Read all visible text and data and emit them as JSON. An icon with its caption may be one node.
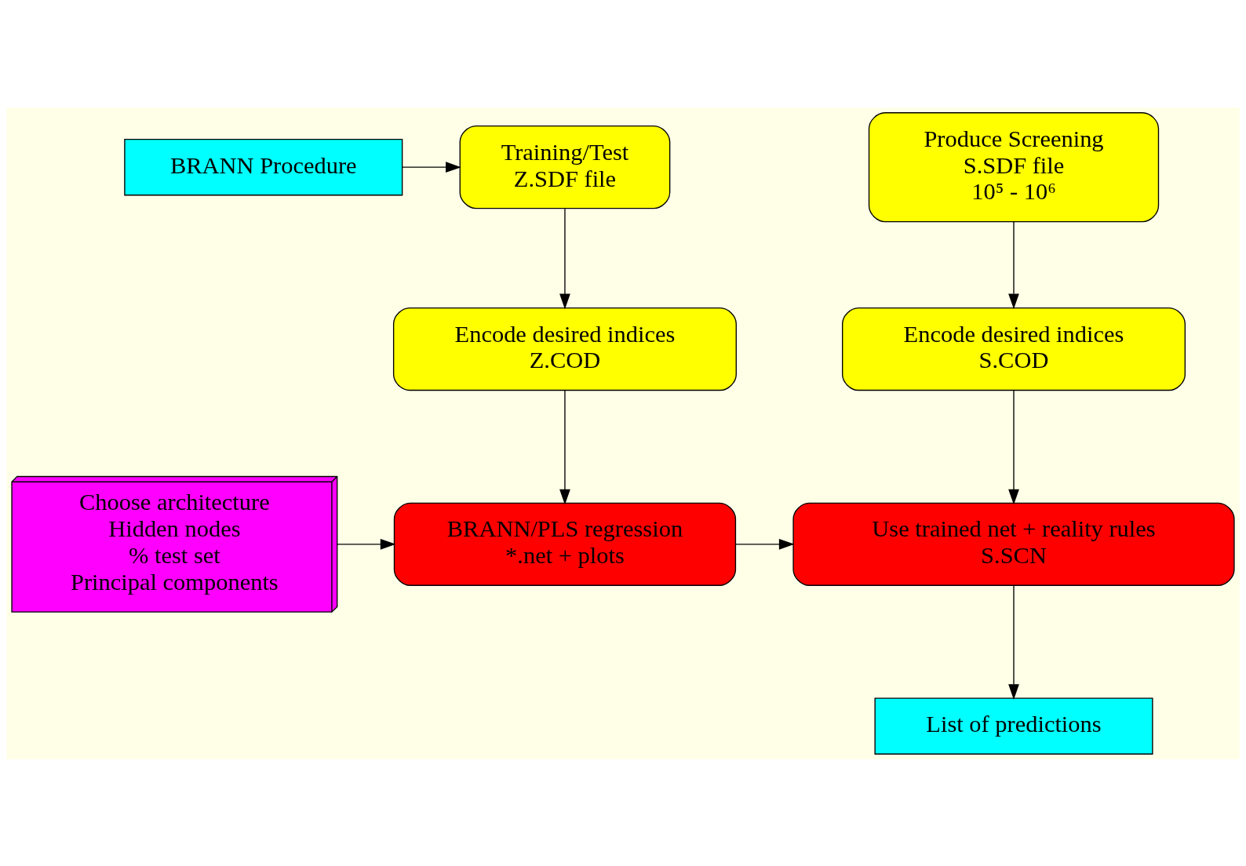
{
  "diagram": {
    "nodes": [
      {
        "text": [
          "BRANN Procedure"
        ]
      },
      {
        "text": [
          "Training/Test",
          "Z.SDF file"
        ]
      },
      {
        "text": [
          "Produce Screening",
          "S.SDF file",
          "10⁵ - 10⁶"
        ]
      },
      {
        "text": [
          "Encode desired indices",
          "Z.COD"
        ]
      },
      {
        "text": [
          "Encode desired indices",
          "S.COD"
        ]
      },
      {
        "text": [
          "Choose architecture",
          "Hidden nodes",
          "% test set",
          "Principal components"
        ]
      },
      {
        "text": [
          "BRANN/PLS regression",
          "*.net + plots"
        ]
      },
      {
        "text": [
          "Use trained net + reality rules",
          "S.SCN"
        ]
      },
      {
        "text": [
          "List of predictions"
        ]
      }
    ],
    "edges": [
      {
        "from": 0,
        "to": 1,
        "arrow": "to"
      },
      {
        "from": 1,
        "to": 3,
        "arrow": "to"
      },
      {
        "from": 2,
        "to": 4,
        "arrow": "to"
      },
      {
        "from": 3,
        "to": 6,
        "arrow": "to"
      },
      {
        "from": 4,
        "to": 7,
        "arrow": "to"
      },
      {
        "from": 5,
        "to": 6,
        "arrow": "to"
      },
      {
        "from": 6,
        "to": 7,
        "arrow": "to"
      },
      {
        "from": 7,
        "to": 8,
        "arrow": "to"
      }
    ]
  }
}
